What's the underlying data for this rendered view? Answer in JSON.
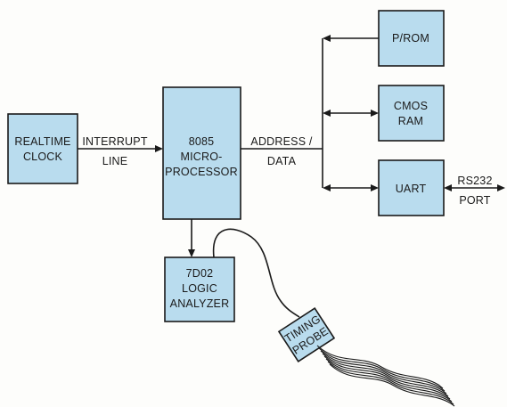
{
  "blocks": {
    "realtime_clock": {
      "line1": "REALTIME",
      "line2": "CLOCK"
    },
    "microprocessor": {
      "line1": "8085",
      "line2": "MICRO-",
      "line3": "PROCESSOR"
    },
    "prom": {
      "line1": "P/ROM"
    },
    "cmos_ram": {
      "line1": "CMOS",
      "line2": "RAM"
    },
    "uart": {
      "line1": "UART"
    },
    "logic_analyzer": {
      "line1": "7D02",
      "line2": "LOGIC",
      "line3": "ANALYZER"
    },
    "timing_probe": {
      "line1": "TIMING",
      "line2": "PROBE"
    }
  },
  "connections": {
    "interrupt_label": {
      "line1": "INTERRUPT",
      "line2": "LINE"
    },
    "bus_label": {
      "line1": "ADDRESS /",
      "line2": "DATA"
    },
    "port_label": {
      "line1": "RS232",
      "line2": "PORT"
    }
  },
  "colors": {
    "block_fill": "#b9dcee",
    "line": "#1a1a1a",
    "background": "#fdfdfb"
  }
}
